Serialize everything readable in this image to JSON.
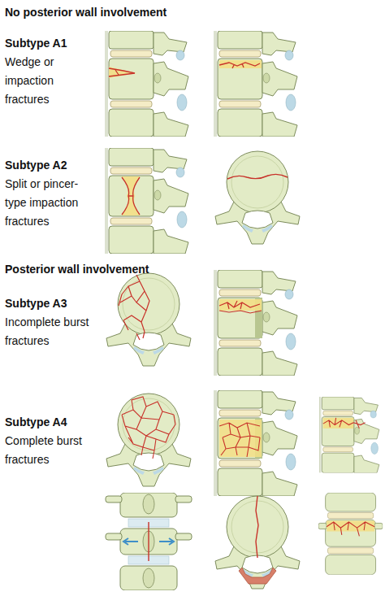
{
  "diagram": {
    "labels": [
      "No posterior wall involvement",
      "Subtype A1",
      "Wedge or impaction fractures",
      "Subtype A2",
      "Split or pincer-type impaction fractures",
      "Posterior wall involvement",
      "Subtype A3",
      "Incomplete burst fractures",
      "Subtype A4",
      "Complete burst fractures"
    ]
  }
}
